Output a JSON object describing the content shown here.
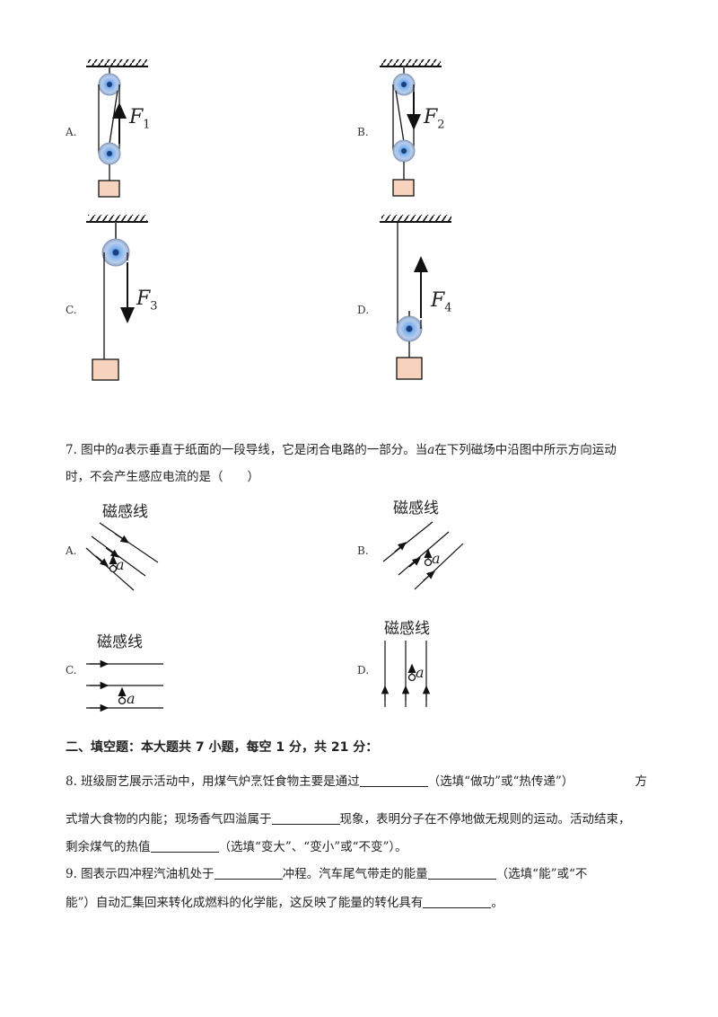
{
  "q6_options": {
    "a": {
      "letter": "A.",
      "force": "F",
      "sub": "1"
    },
    "b": {
      "letter": "B.",
      "force": "F",
      "sub": "2"
    },
    "c": {
      "letter": "C.",
      "force": "F",
      "sub": "3"
    },
    "d": {
      "letter": "D.",
      "force": "F",
      "sub": "4"
    }
  },
  "q7": {
    "line1_pre": "7. 图中的",
    "var": "a",
    "line1_mid": "表示垂直于纸面的一段导线，它是闭合电路的一部分。当",
    "line1_post": "在下列磁场中沿图中所示方向运动",
    "line2": "时，不会产生感应电流的是（　　）",
    "field_label": "磁感线",
    "wire_label": "a",
    "options": {
      "a": "A.",
      "b": "B.",
      "c": "C.",
      "d": "D."
    }
  },
  "section2": {
    "title": "二、填空题：本大题共 7 小题，每空 1 分，共 21 分："
  },
  "q8": {
    "line1_pre": "8. 班级厨艺展示活动中，用煤气炉烹饪食物主要是通过",
    "line1_post": "（选填“做功”或“热传递”）",
    "line1_end": "方",
    "line2_pre": "式增大食物的内能；现场香气四溢属于",
    "line2_post": "现象，表明分子在不停地做无规则的运动。活动结束，",
    "line3_pre": "剩余煤气的热值",
    "line3_post": "（选填“变大”、“变小”或“不变”）。"
  },
  "q9": {
    "line1_pre": "9. 图表示四冲程汽油机处于",
    "line1_mid": "冲程。汽车尾气带走的能量",
    "line1_post": "（选填“能”或“不",
    "line2_pre": "能”）自动汇集回来转化成燃料的化学能，这反映了能量的转化具有",
    "line2_post": "。"
  }
}
